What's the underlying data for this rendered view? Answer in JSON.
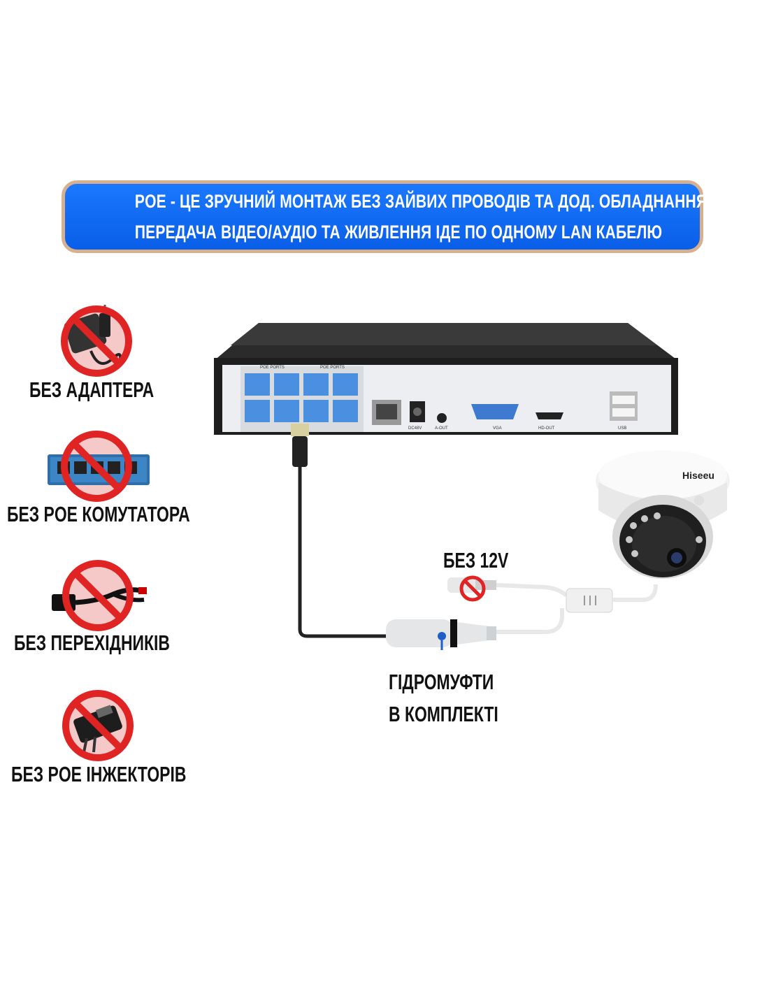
{
  "banner": {
    "line1": "POE - ЦЕ ЗРУЧНИЙ МОНТАЖ БЕЗ ЗАЙВИХ ПРОВОДІВ ТА ДОД. ОБЛАДНАННЯ",
    "line2": "ПЕРЕДАЧА ВІДЕО/АУДІО ТА ЖИВЛЕННЯ ІДЕ ПО ОДНОМУ LAN КАБЕЛЮ",
    "background": "#0a6cf5",
    "border": "#d6b08f"
  },
  "features": [
    {
      "label": "БЕЗ АДАПТЕРА",
      "icon": "no-adapter-icon"
    },
    {
      "label": "БЕЗ POE КОМУТАТОРА",
      "icon": "no-switch-icon"
    },
    {
      "label": "БЕЗ ПЕРЕХІДНИКІВ",
      "icon": "no-splitter-icon"
    },
    {
      "label": "БЕЗ POE ІНЖЕКТОРІВ",
      "icon": "no-injector-icon"
    }
  ],
  "nvr": {
    "port_labels": [
      "POE PORTS",
      "POE PORTS",
      "DC48V",
      "A-OUT",
      "VGA",
      "HD-OUT",
      "USB"
    ]
  },
  "camera": {
    "brand": "Hiseeu"
  },
  "callouts": {
    "no_12v": "БЕЗ 12V",
    "coupler_line1": "ГІДРОМУФТИ",
    "coupler_line2": "В КОМПЛЕКТІ"
  },
  "colors": {
    "prohibit_red": "#e02424",
    "port_blue": "#4a8fe0"
  }
}
